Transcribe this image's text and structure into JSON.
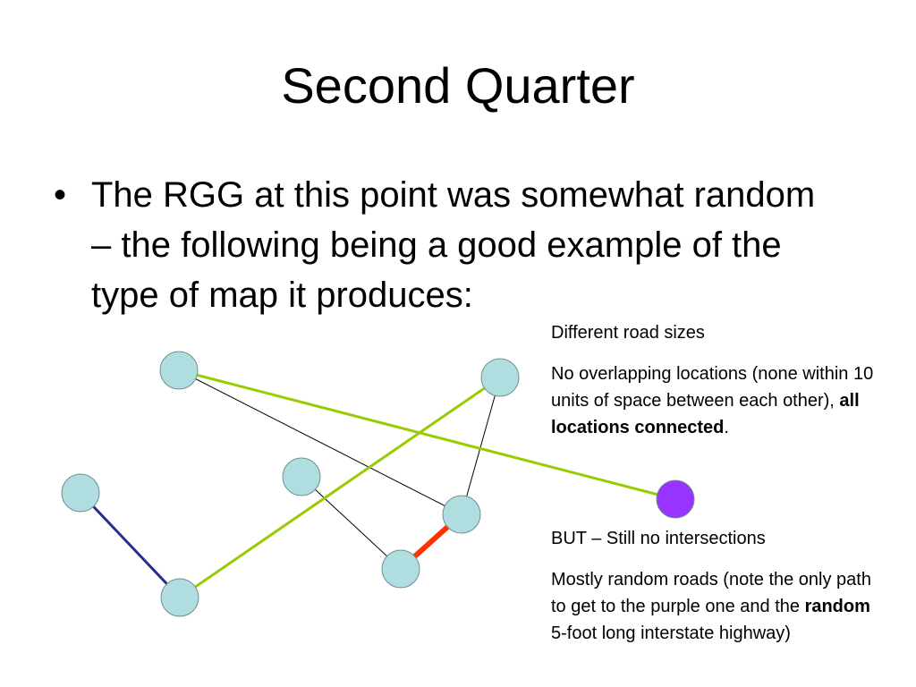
{
  "slide": {
    "title": "Second Quarter",
    "bullet": "The RGG at this point was somewhat random – the following being a good example of the type of map it produces:",
    "notes": {
      "road_sizes": "Different road sizes",
      "overlap_a": "No overlapping locations (none within 10 units of space between each other), ",
      "overlap_bold": "all locations connected",
      "overlap_end": ".",
      "intersections": "BUT – Still no intersections",
      "random_a": "Mostly random roads (note the only path to get to the purple one and the ",
      "random_bold": "random",
      "random_end": " 5-foot long interstate highway)"
    }
  },
  "map": {
    "node_color": "#b0dde0",
    "special_node_color": "#9933ff",
    "edge_colors": {
      "thin": "#000000",
      "green": "#99cc00",
      "blue": "#2b2b8f",
      "red": "#ff3300"
    }
  }
}
